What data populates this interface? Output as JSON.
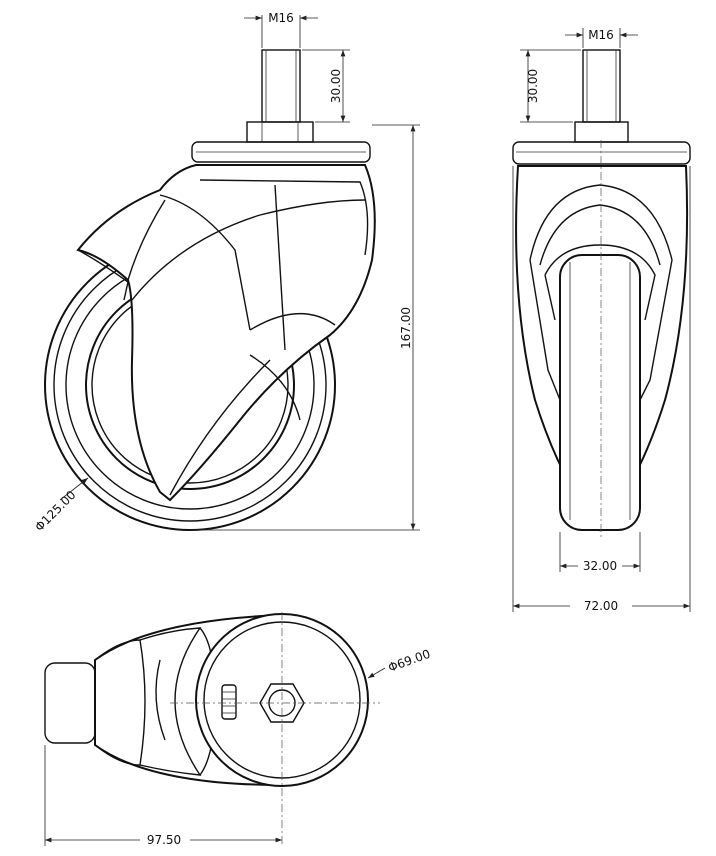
{
  "side_view": {
    "thread_label": "M16",
    "stem_length": "30.00",
    "overall_height": "167.00",
    "wheel_diameter": "Φ125.00"
  },
  "front_view": {
    "thread_label": "M16",
    "stem_length": "30.00",
    "wheel_width": "32.00",
    "overall_width": "72.00"
  },
  "bottom_view": {
    "plate_diameter": "Φ69.00",
    "offset_length": "97.50"
  }
}
